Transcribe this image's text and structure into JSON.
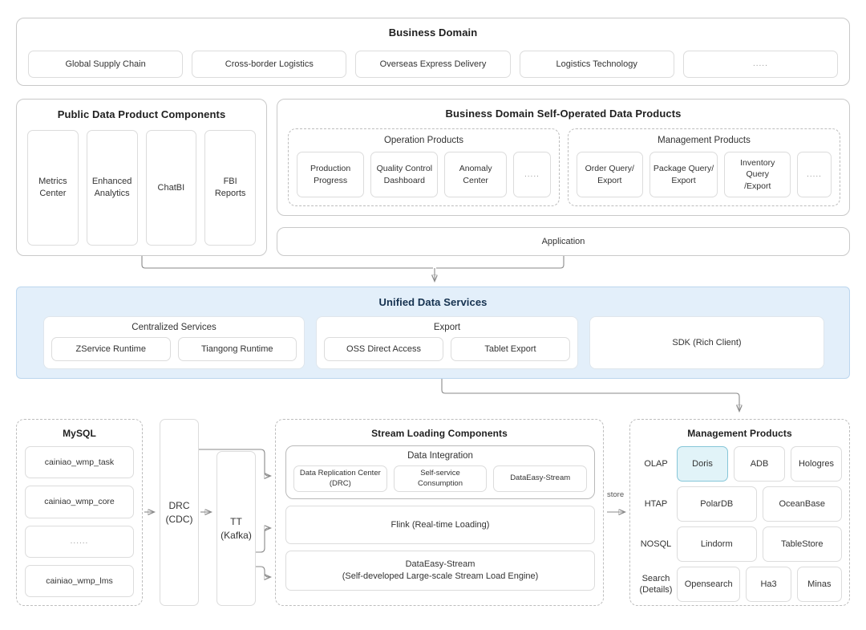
{
  "business_domain": {
    "title": "Business Domain",
    "items": [
      "Global Supply Chain",
      "Cross-border Logistics",
      "Overseas Express Delivery",
      "Logistics Technology",
      "....."
    ]
  },
  "public_components": {
    "title": "Public Data Product Components",
    "items": [
      "Metrics\nCenter",
      "Enhanced\nAnalytics",
      "ChatBI",
      "FBI\nReports"
    ]
  },
  "self_operated": {
    "title": "Business Domain Self-Operated Data Products",
    "groups": [
      {
        "title": "Operation Products",
        "items": [
          "Production\nProgress",
          "Quality Control\nDashboard",
          "Anomaly\nCenter",
          "....."
        ]
      },
      {
        "title": "Management Products",
        "items": [
          "Order Query/\nExport",
          "Package Query/\nExport",
          "Inventory Query\n/Export",
          "....."
        ]
      }
    ]
  },
  "application": {
    "label": "Application"
  },
  "unified_data_services": {
    "title": "Unified Data Services",
    "accent_bg": "#e3effa",
    "accent_border": "#bcd6ee",
    "groups": [
      {
        "title": "Centralized Services",
        "items": [
          "ZService Runtime",
          "Tiangong Runtime"
        ]
      },
      {
        "title": "Export",
        "items": [
          "OSS Direct Access",
          "Tablet Export"
        ]
      }
    ],
    "sdk": {
      "label": "SDK (Rich Client)"
    }
  },
  "mysql": {
    "title": "MySQL",
    "tables": [
      "cainiao_wmp_task",
      "cainiao_wmp_core",
      "......",
      "cainiao_wmp_lms"
    ]
  },
  "drc": {
    "label": "DRC\n(CDC)"
  },
  "tt": {
    "label": "TT\n(Kafka)"
  },
  "stream_loading": {
    "title": "Stream Loading Components",
    "data_integration": {
      "title": "Data Integration",
      "items": [
        "Data Replication Center\n(DRC)",
        "Self-service\nConsumption",
        "DataEasy-Stream"
      ]
    },
    "flink": {
      "label": "Flink (Real-time Loading)"
    },
    "dataeasy": {
      "label": "DataEasy-Stream\n(Self-developed Large-scale Stream Load Engine)"
    }
  },
  "store_arrow": {
    "label": "store"
  },
  "storage": {
    "title": "Management Products",
    "highlight_bg": "#e1f3f8",
    "highlight_border": "#86c6d8",
    "rows": [
      {
        "label": "OLAP",
        "items": [
          "Doris",
          "ADB",
          "Hologres"
        ],
        "highlight": "Doris"
      },
      {
        "label": "HTAP",
        "items": [
          "PolarDB",
          "OceanBase"
        ],
        "highlight": ""
      },
      {
        "label": "NOSQL",
        "items": [
          "Lindorm",
          "TableStore"
        ],
        "highlight": ""
      },
      {
        "label": "Search\n(Details)",
        "items": [
          "Opensearch",
          "Ha3",
          "Minas"
        ],
        "highlight": ""
      }
    ]
  }
}
